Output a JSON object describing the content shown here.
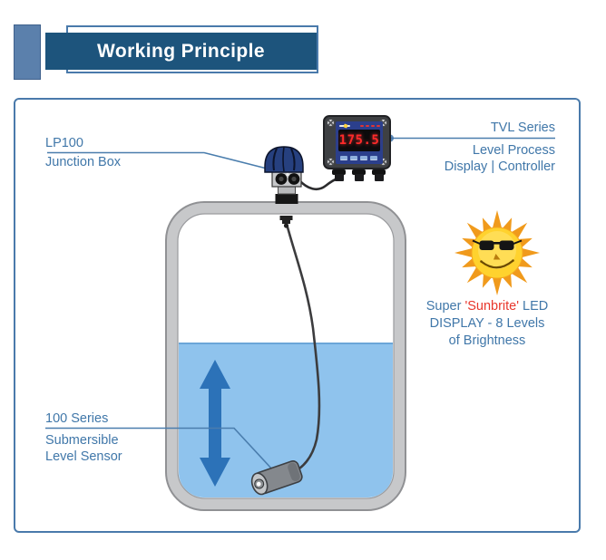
{
  "header": {
    "title": "Working Principle"
  },
  "theme": {
    "accent_text": "#4077a9",
    "accent_line": "#4a7dad",
    "banner_fill": "#1d547c",
    "banner_accent": "#5b80ac",
    "outline": "#4a7aab",
    "liquid": "#8fc3ed",
    "arrow": "#2c72b8",
    "highlight_red": "#e8372c",
    "led_red": "#ff2a2a",
    "sun_yellow": "#ffd22e",
    "sun_ray": "#f09a1c"
  },
  "diagram": {
    "labels": {
      "junction_box": {
        "line1": "LP100",
        "line2": "Junction Box"
      },
      "controller": {
        "line1": "TVL Series",
        "line2": "Level Process",
        "line3": "Display | Controller"
      },
      "display_feature": {
        "prefix": "Super ",
        "highlight": "'Sunbrite'",
        "suffix": " LED",
        "line2": "DISPLAY - 8 Levels",
        "line3": "of Brightness"
      },
      "sensor": {
        "line1": "100 Series",
        "line2": "Submersible",
        "line3": "Level Sensor"
      }
    },
    "display_unit": {
      "reading": "175.5"
    },
    "icons": {
      "sun": "sun-with-sunglasses-smiling",
      "arrow": "vertical-double-headed-level-arrow"
    }
  }
}
